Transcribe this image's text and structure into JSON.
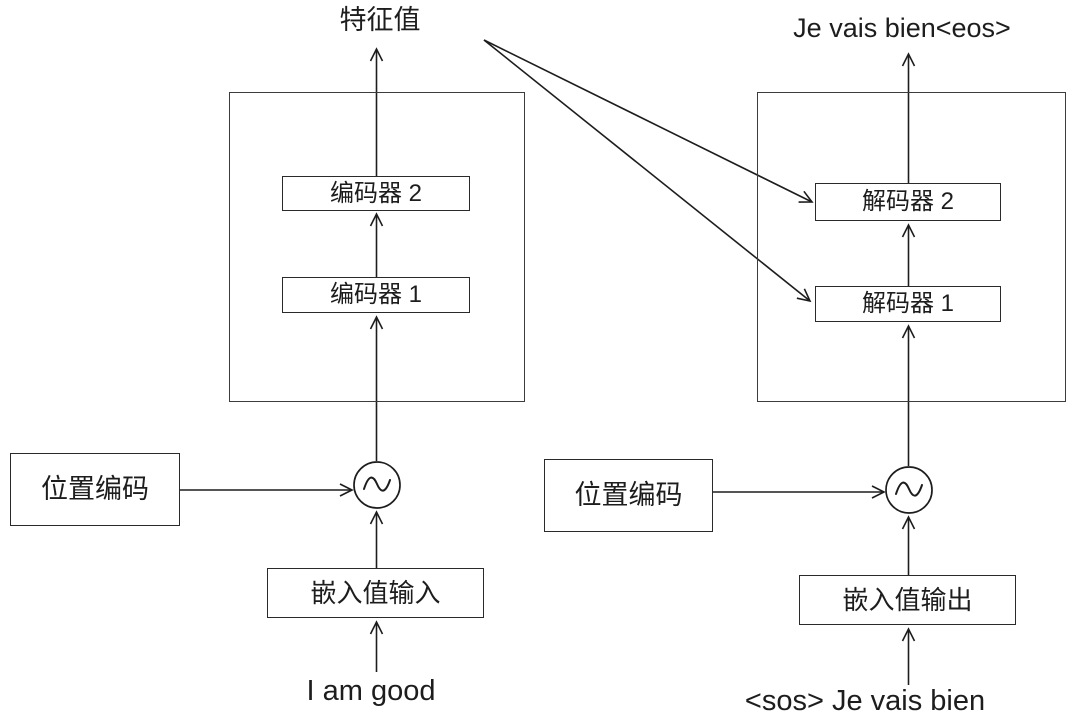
{
  "page": {
    "background_color": "#ffffff",
    "line_color": "#1d1d1d"
  },
  "encoder_side": {
    "output_label": "特征值",
    "stack": {
      "layer2": "编码器 2",
      "layer1": "编码器 1"
    },
    "positional_encoding_label": "位置编码",
    "embedding_label": "嵌入值输入",
    "input_text": "I am good"
  },
  "decoder_side": {
    "output_label": "Je vais bien<eos>",
    "stack": {
      "layer2": "解码器 2",
      "layer1": "解码器 1"
    },
    "positional_encoding_label": "位置编码",
    "embedding_label": "嵌入值输出",
    "input_text": "<sos> Je vais bien"
  },
  "icons": {
    "combine_node": "sine-wave-circle",
    "arrowhead_style": "open-v"
  }
}
